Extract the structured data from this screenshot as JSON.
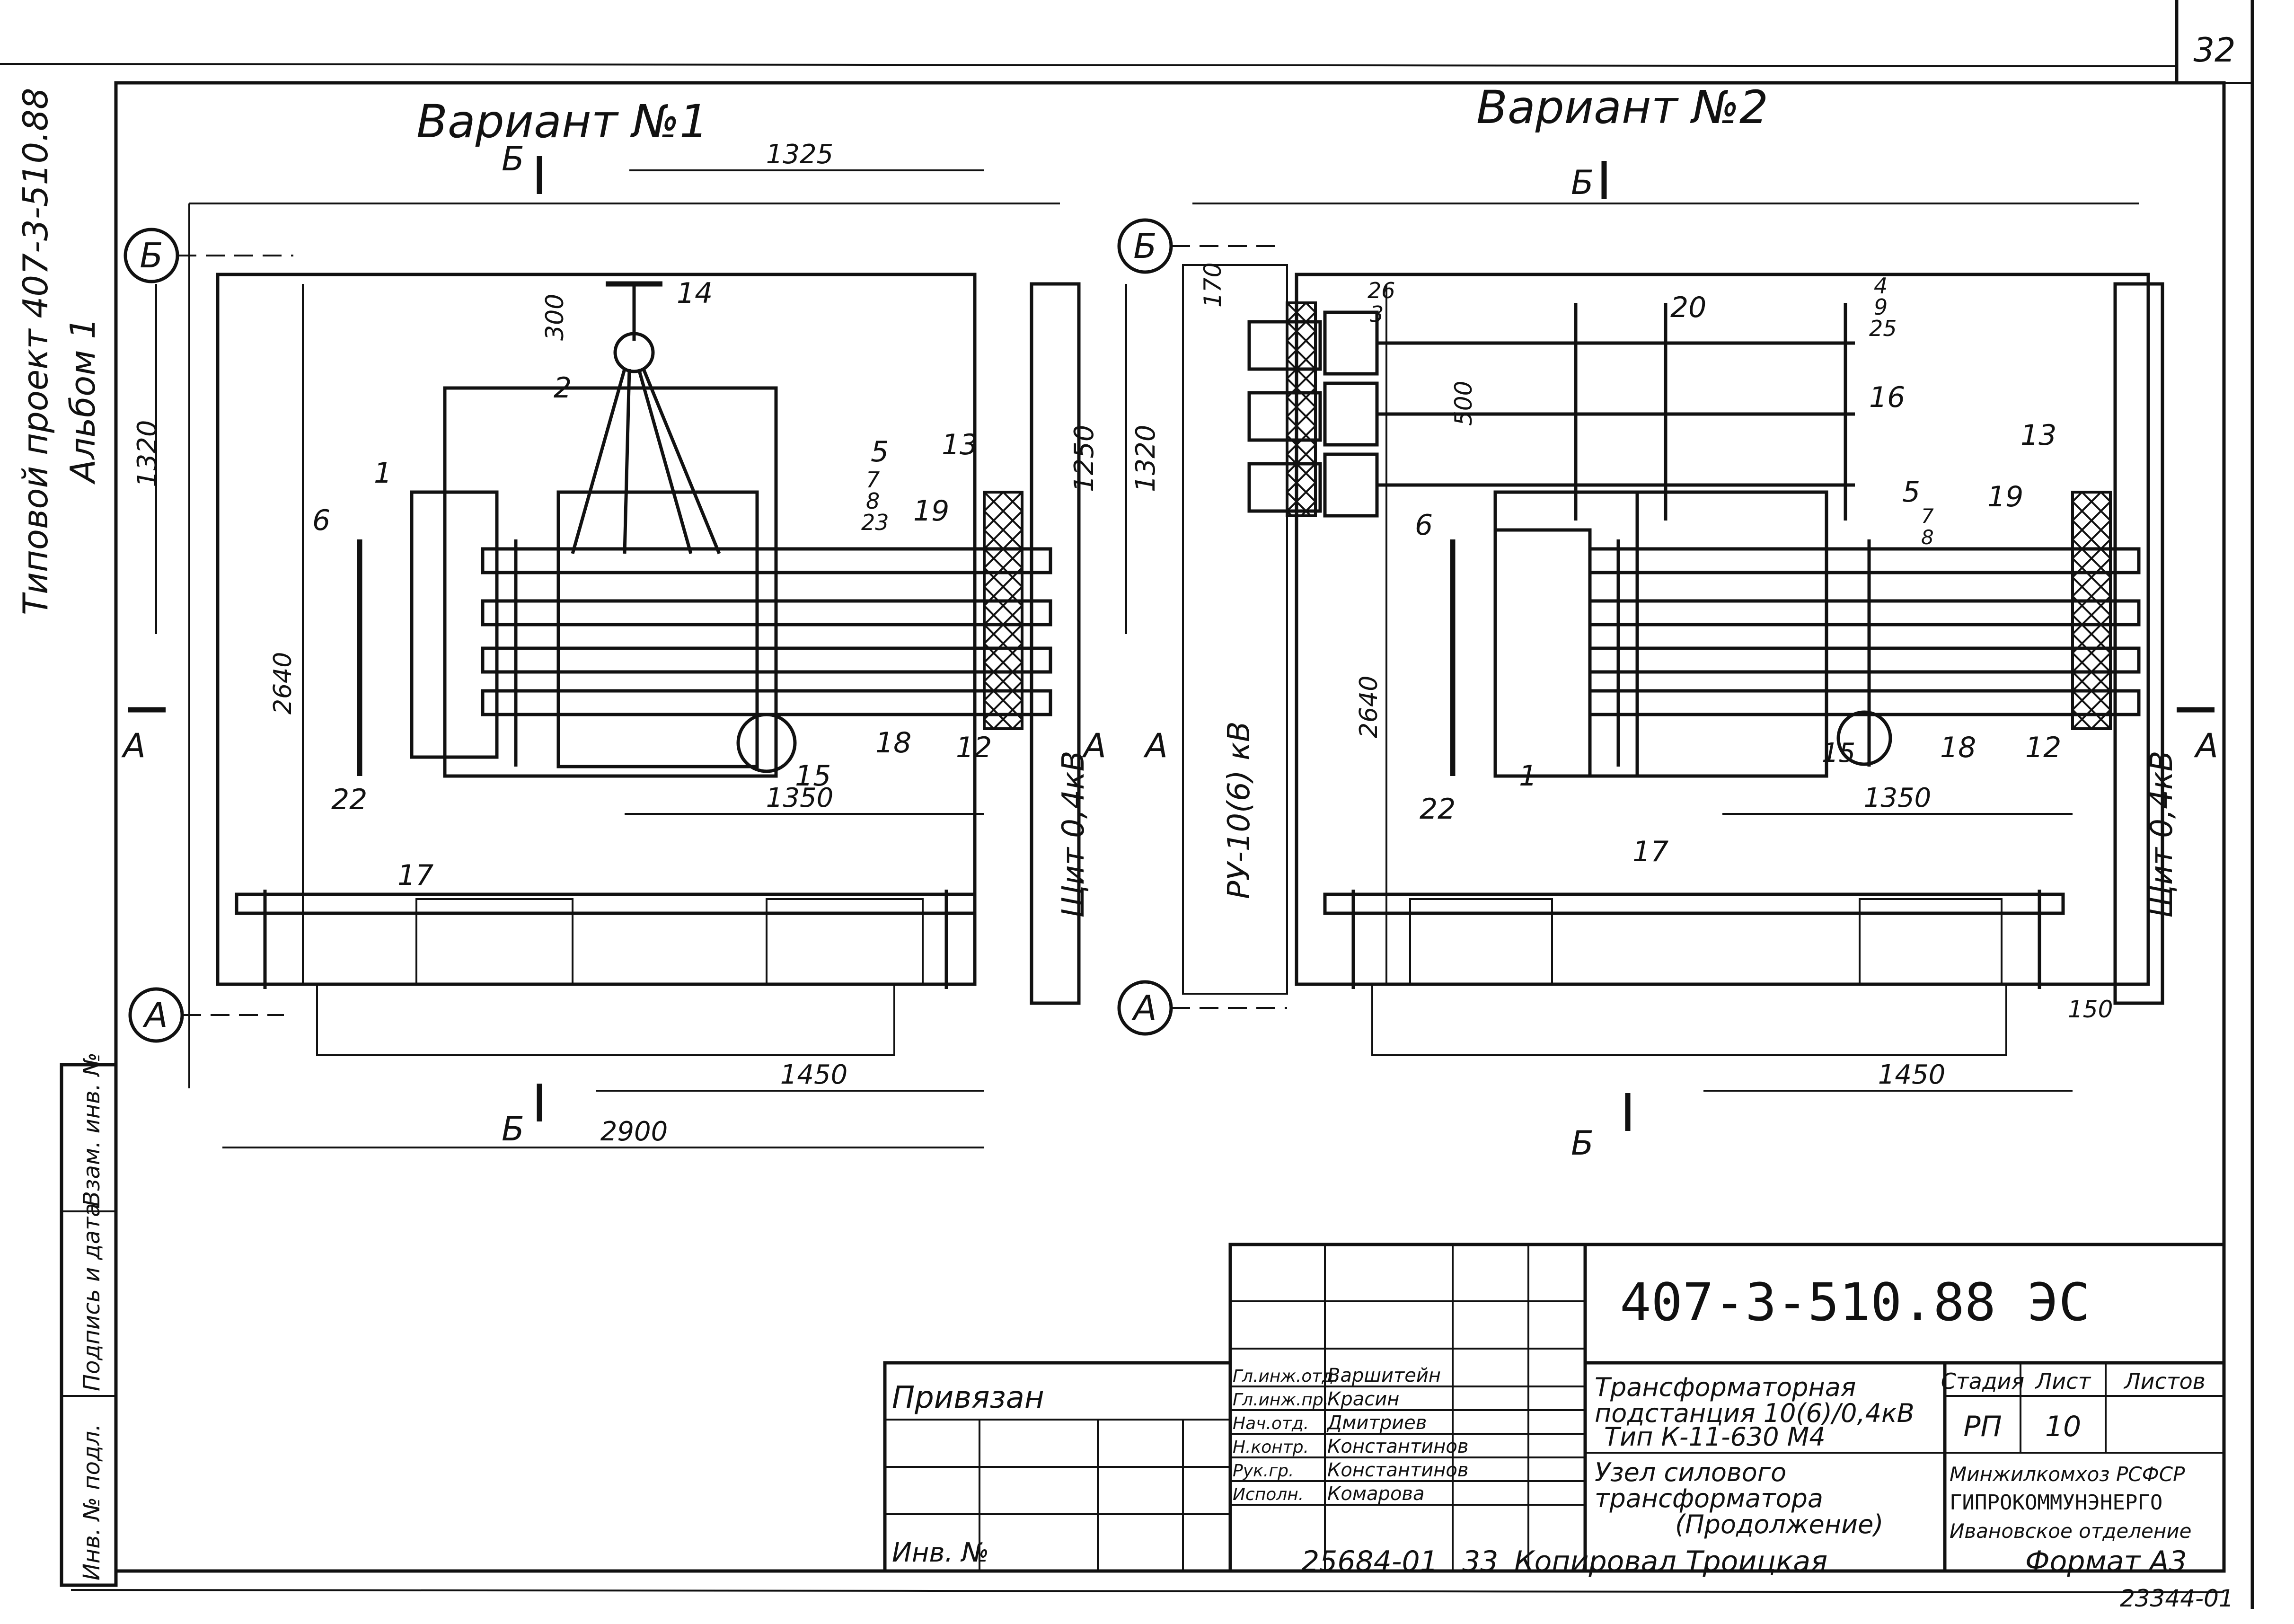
{
  "sheet": {
    "page_number": "32",
    "album_side_label": "Типовой проект 407-3-510.88",
    "album_label": "Альбом 1",
    "left_strip_labels": [
      "Инв. № подл.",
      "Подпись и дата",
      "Взам. инв. №"
    ]
  },
  "variant1": {
    "title": "Вариант №1",
    "section_letter_b": "Б",
    "section_letter_a": "А",
    "axis_b": "Б",
    "axis_a": "А",
    "dims": {
      "d1325": "1325",
      "d300": "300",
      "d1320": "1320",
      "d2640": "2640",
      "d1350": "1350",
      "d1450": "1450",
      "d2900": "2900"
    },
    "callouts": {
      "c1": "1",
      "c2": "2",
      "c5": "5",
      "c7": "7",
      "c8": "8",
      "c23": "23",
      "c6": "6",
      "c12": "12",
      "c13": "13",
      "c14": "14",
      "c15": "15",
      "c17": "17",
      "c18": "18",
      "c19": "19",
      "c22": "22"
    },
    "panel_label": "Щит 0,4кВ"
  },
  "variant2": {
    "title": "Вариант №2",
    "section_letter_b": "Б",
    "section_letter_a": "А",
    "axis_b": "Б",
    "axis_a": "А",
    "dims": {
      "d170": "170",
      "d500": "500",
      "d1250": "1250",
      "d1320": "1320",
      "d2640": "2640",
      "d1350": "1350",
      "d1450": "1450",
      "d150": "150"
    },
    "callouts": {
      "c1": "1",
      "c4": "4",
      "c5": "5",
      "c6": "6",
      "c7": "7",
      "c8": "8",
      "c9": "9",
      "c12": "12",
      "c13": "13",
      "c15": "15",
      "c16": "16",
      "c17": "17",
      "c18": "18",
      "c19": "19",
      "c20": "20",
      "c22": "22",
      "c25": "25",
      "c26": "26",
      "c3": "3"
    },
    "ru_label": "РУ-10(6) кВ",
    "panel_label": "Щит 0,4кВ"
  },
  "title_block": {
    "doc_code": "407-3-510.88 ЭС",
    "tied_label": "Привязан",
    "inv_label": "Инв. №",
    "roles": [
      "Гл.инж.отд.",
      "Гл.инж.пр.",
      "Нач.отд.",
      "Н.контр.",
      "Рук.гр.",
      "Исполн."
    ],
    "names": [
      "Варшитейн",
      "Красин",
      "Дмитриев",
      "Константинов",
      "Константинов",
      "Комарова"
    ],
    "title_line1": "Трансформаторная",
    "title_line2": "подстанция 10(6)/0,4кВ",
    "title_line3": "Тип К-11-630 М4",
    "subtitle_line1": "Узел силового",
    "subtitle_line2": "трансформатора",
    "subtitle_line3": "(Продолжение)",
    "stage_header": "Стадия",
    "sheet_header": "Лист",
    "sheets_header": "Листов",
    "stage": "РП",
    "sheet": "10",
    "org_line1": "Минжилкомхоз РСФСР",
    "org_line2": "ГИПРОКОММУНЭНЕРГО",
    "org_line3": "Ивановское отделение"
  },
  "footer": {
    "left_code": "25684-01",
    "copy_number": "33",
    "copied_by": "Копировал Троицкая",
    "format": "Формат А3",
    "right_code": "23344-01"
  }
}
